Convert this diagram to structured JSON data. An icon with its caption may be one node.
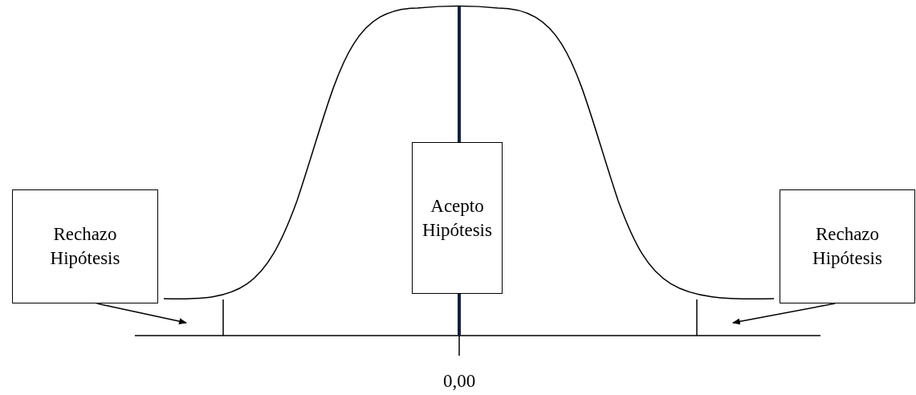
{
  "diagram": {
    "nodes": [
      {
        "text": [
          "Rechazo Hipótesis"
        ]
      },
      {
        "text": [
          "Acepto Hipótesis"
        ]
      },
      {
        "text": [
          "Rechazo Hipótesis"
        ]
      }
    ],
    "edges": [
      {
        "from": 0,
        "to": null,
        "arrow": "to"
      },
      {
        "from": 2,
        "to": null,
        "arrow": "to"
      }
    ],
    "labels": [
      "0,00"
    ]
  }
}
